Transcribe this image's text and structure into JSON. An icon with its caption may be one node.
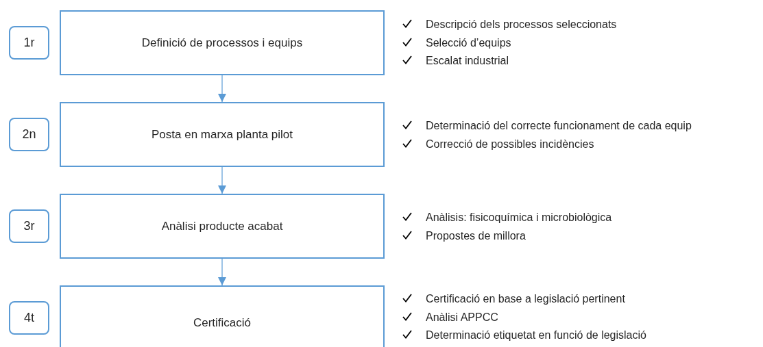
{
  "diagram": {
    "nodes": [
      {
        "text": [
          "1r"
        ]
      },
      {
        "text": [
          "Definició de processos i equips"
        ],
        "beside": [
          "Descripció dels processos seleccionats",
          "Selecció d’equips",
          "Escalat industrial"
        ]
      },
      {
        "text": [
          "2n"
        ]
      },
      {
        "text": [
          "Posta en marxa planta pilot"
        ],
        "beside": [
          "Determinació del correcte funcionament de cada equip",
          "Correcció de possibles incidències"
        ]
      },
      {
        "text": [
          "3r"
        ]
      },
      {
        "text": [
          "Anàlisi producte acabat"
        ],
        "beside": [
          "Anàlisis: fisicoquímica i microbiològica",
          "Propostes de millora"
        ]
      },
      {
        "text": [
          "4t"
        ]
      },
      {
        "text": [
          "Certificació"
        ],
        "beside": [
          "Certificació en base a legislació pertinent",
          "Anàlisi APPCC",
          "Determinació etiquetat en funció de legislació"
        ]
      }
    ],
    "edges": [
      {
        "from": 1,
        "to": 3,
        "arrow": "to"
      },
      {
        "from": 3,
        "to": 5,
        "arrow": "to"
      },
      {
        "from": 5,
        "to": 7,
        "arrow": "to"
      }
    ]
  }
}
